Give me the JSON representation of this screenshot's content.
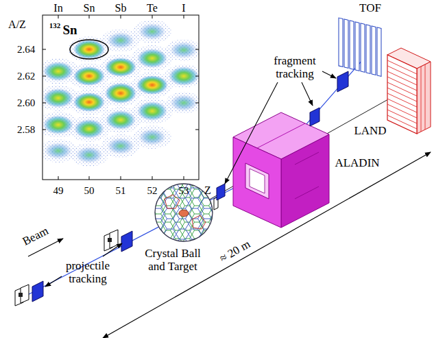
{
  "diagram": {
    "labels": [
      "In",
      "Sn",
      "Sb",
      "Te",
      "I",
      "A/Z",
      "2.64",
      "2.62",
      "2.60",
      "2.58",
      "49",
      "50",
      "51",
      "52",
      "53",
      "Z",
      "132",
      "Sn",
      "TOF",
      "fragment tracking",
      "LAND",
      "ALADIN",
      "Crystal Ball and Target",
      "≈ 20 m",
      "Beam",
      "projectile tracking"
    ]
  }
}
